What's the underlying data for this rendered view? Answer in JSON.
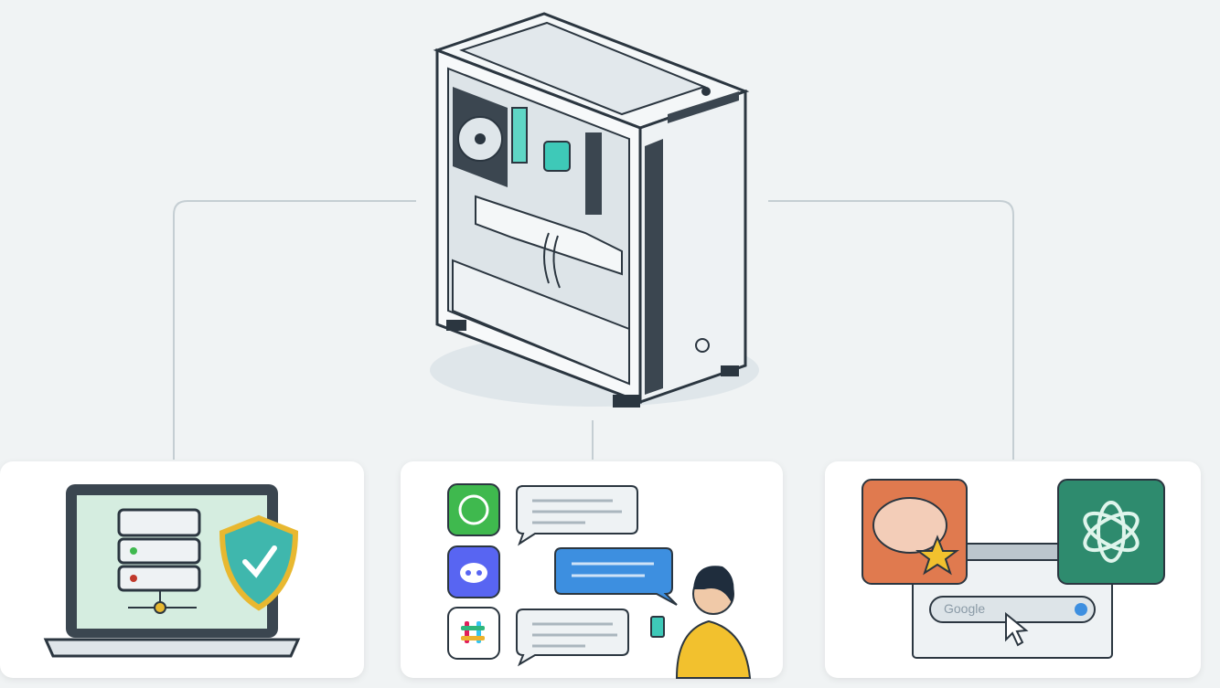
{
  "diagram": {
    "center": {
      "name": "pc-tower"
    },
    "panels": [
      {
        "id": "self-hosting",
        "icons": [
          "laptop-icon",
          "server-icon",
          "shield-check-icon"
        ]
      },
      {
        "id": "messaging",
        "icons": [
          "whatsapp-icon",
          "discord-icon",
          "slack-icon",
          "chat-bubble-icon",
          "person-with-phone-icon"
        ]
      },
      {
        "id": "ai-tools",
        "icons": [
          "brain-star-icon",
          "openai-icon",
          "browser-icon",
          "cursor-icon"
        ],
        "search_text": "Google"
      }
    ]
  },
  "colors": {
    "background": "#f0f3f4",
    "accent_teal": "#3ec9b8",
    "whatsapp": "#3fb94e",
    "discord": "#5865f2",
    "openai": "#2e8b6e",
    "brain_box": "#e07a4f",
    "shield": "#e8b830",
    "chat_blue": "#3d8fe0"
  }
}
